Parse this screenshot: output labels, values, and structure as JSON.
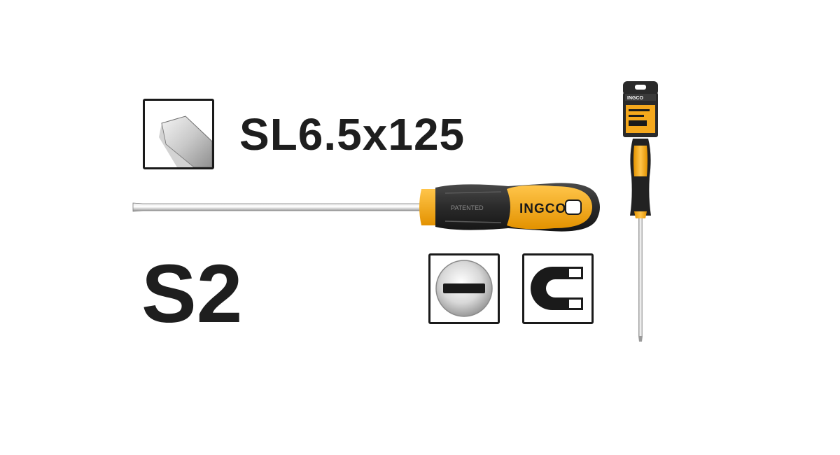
{
  "product": {
    "model": "SL6.5x125",
    "steel_grade": "S2",
    "brand": "INGCO",
    "handle_mark": "PATENTED"
  },
  "icons": {
    "tip_icon": "flat-blade-tip-icon",
    "slot_icon": "slotted-head-icon",
    "magnet_icon": "magnet-icon"
  },
  "colors": {
    "accent": "#f5a81c",
    "handle_dark": "#2b2b2b",
    "text": "#1e1e1e"
  }
}
